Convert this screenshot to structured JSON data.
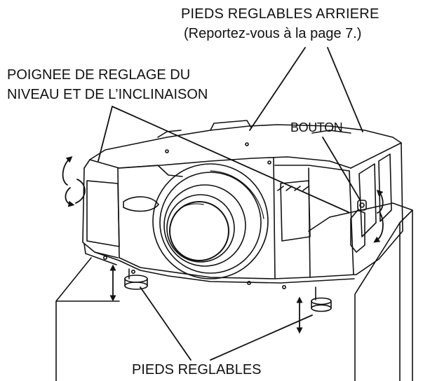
{
  "labels": {
    "rear_feet_line1": "PIEDS REGLABLES ARRIERE",
    "rear_feet_line2": "(Reportez-vous à la page 7.)",
    "handle_line1": "POIGNEE DE REGLAGE DU",
    "handle_line2": "NIVEAU ET DE L’INCLINAISON",
    "button": "BOUTON",
    "front_feet": "PIEDS REGLABLES"
  },
  "icons": {
    "rotation_arrows": "curved-rotation-arrow-icon",
    "height_arrows": "double-vertical-arrow-icon"
  },
  "colors": {
    "ink": "#111111",
    "background": "#ffffff"
  }
}
